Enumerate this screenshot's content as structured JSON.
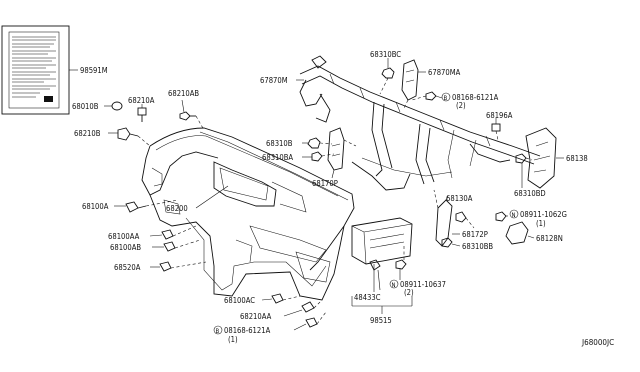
{
  "diagram": {
    "drawing_code": "J68000JC",
    "labels": {
      "l_98591M": "98591M",
      "l_68010B": "68010B",
      "l_68210A": "68210A",
      "l_68210AB": "68210AB",
      "l_68210B": "68210B",
      "l_68100A": "68100A",
      "l_68200": "68200",
      "l_68100AA": "68100AA",
      "l_68100AB": "68100AB",
      "l_68520A": "68520A",
      "l_68100AC": "68100AC",
      "l_68210AA": "68210AA",
      "l_08168_6121A_b": "08168-6121A",
      "l_08168_6121A_b_qty": "(1)",
      "l_67870M": "67870M",
      "l_68310BC": "68310BC",
      "l_67870MA": "67870MA",
      "l_08168_6121A_a": "08168-6121A",
      "l_08168_6121A_a_qty": "(2)",
      "l_68196A": "68196A",
      "l_68310B": "68310B",
      "l_68310BA": "68310BA",
      "l_68170P": "68170P",
      "l_68138": "68138",
      "l_68310BD": "68310BD",
      "l_68130A": "68130A",
      "l_08911_1062G": "08911-1062G",
      "l_08911_1062G_qty": "(1)",
      "l_68172P": "68172P",
      "l_68310BB": "68310BB",
      "l_68128N": "68128N",
      "l_08911_10637": "08911-10637",
      "l_08911_10637_qty": "(2)",
      "l_48433C": "48433C",
      "l_98515": "98515"
    },
    "symbols": {
      "bolt_prefix": "B",
      "nut_prefix": "N"
    }
  }
}
